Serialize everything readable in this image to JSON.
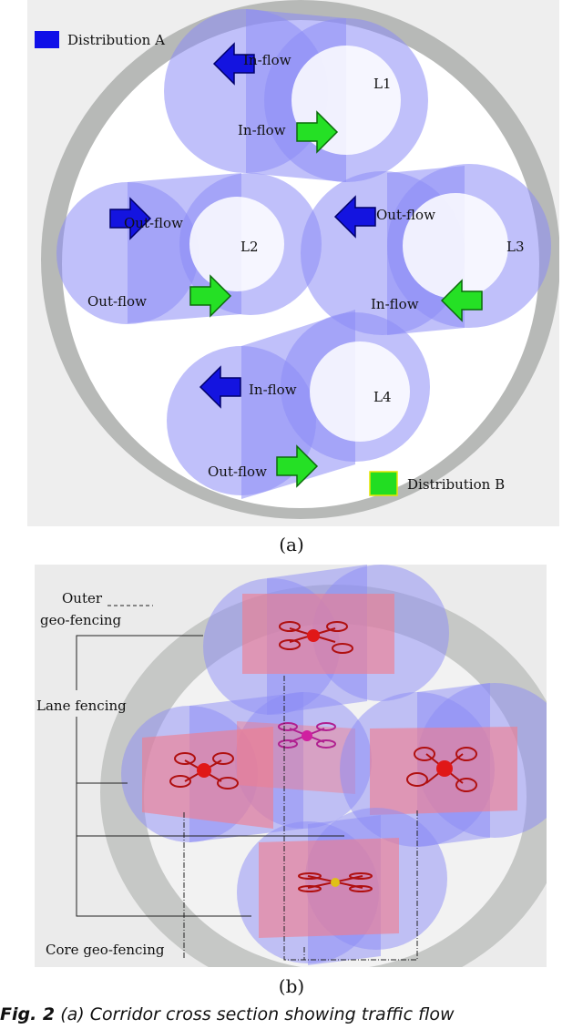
{
  "panel_a": {
    "legend_a": "Distribution A",
    "legend_b": "Distribution B",
    "colors": {
      "lane": "#8c8cf5",
      "corridor": "#b4b6b4",
      "dist_a": "#1010e8",
      "dist_b": "#22dd22"
    },
    "lanes": [
      "L1",
      "L2",
      "L3",
      "L4"
    ],
    "flows": {
      "l1_blue": "In-flow",
      "l1_green": "In-flow",
      "l2_blue": "Out-flow",
      "l2_green": "Out-flow",
      "l3_blue": "Out-flow",
      "l3_green": "In-flow",
      "l4_blue": "In-flow",
      "l4_green": "Out-flow"
    },
    "caption": "(a)"
  },
  "panel_b": {
    "outer": [
      "Outer",
      "geo-fencing"
    ],
    "lane": "Lane fencing",
    "core": "Core geo-fencing",
    "caption": "(b)"
  },
  "figure_caption": {
    "label": "Fig. 2",
    "text": " (a) Corridor cross section showing traffic flow"
  }
}
